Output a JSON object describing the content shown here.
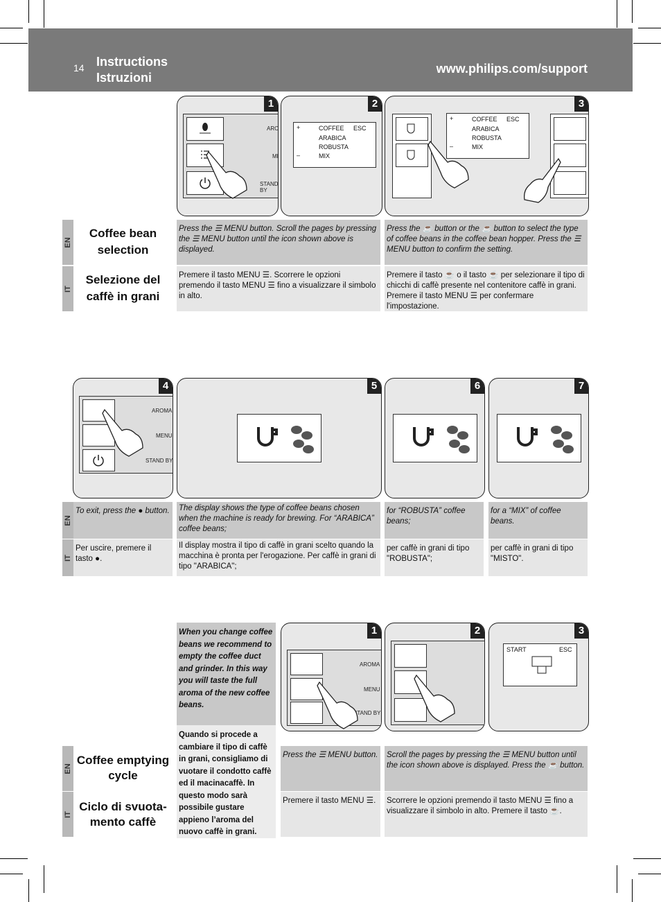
{
  "header": {
    "page_number": "14",
    "title_line1": "Instructions",
    "title_line2": "Istruzioni",
    "url": "www.philips.com/support"
  },
  "lang": {
    "en": "EN",
    "it": "IT"
  },
  "section1": {
    "title_en": "Coffee bean selection",
    "title_it": "Selezione del caffè in grani",
    "steps": [
      "1",
      "2",
      "3"
    ],
    "lcd": {
      "line1": "COFFEE",
      "esc": "ESC",
      "items": [
        "ARABICA",
        "ROBUSTA",
        "MIX"
      ]
    },
    "buttons": {
      "aroma": "AROMA",
      "menu": "MENU",
      "standby": "STAND BY"
    },
    "en_col1": "Press the ☰ MENU button. Scroll the pages by pressing the ☰ MENU button until the icon shown above is displayed.",
    "en_col2": "Press the ☕ button or the ☕ button to select the type of coffee beans in the coffee bean hopper. Press the ☰ MENU button to confirm the setting.",
    "it_col1": "Premere il tasto MENU ☰. Scorrere le opzioni premendo il tasto MENU ☰ fino a visualizzare il simbolo in alto.",
    "it_col2": "Premere il tasto ☕ o il tasto ☕ per selezionare il tipo di chicchi di caffè presente nel contenitore caffè in grani. Premere il tasto MENU ☰ per confermare l'impostazione."
  },
  "section2": {
    "steps": [
      "4",
      "5",
      "6",
      "7"
    ],
    "buttons": {
      "aroma": "AROMA",
      "menu": "MENU",
      "standby": "STAND BY"
    },
    "en": [
      "To exit, press the ● button.",
      "The display shows the type of coffee beans chosen when the machine is ready for brewing. For “ARABICA” coffee beans;",
      "for “ROBUSTA” coffee beans;",
      "for a “MIX” of coffee beans."
    ],
    "it": [
      "Per uscire, premere il tasto ●.",
      "Il display mostra il tipo di caffè in grani scelto quando la macchina è pronta per l'erogazione. Per caffè in grani di tipo \"ARABICA\";",
      "per caffè in grani di tipo \"ROBUSTA\";",
      "per caffè in grani di tipo \"MISTO\"."
    ]
  },
  "section3": {
    "title_en": "Coffee emptying cycle",
    "title_it": "Ciclo di svuota-mento caffè",
    "steps": [
      "1",
      "2",
      "3"
    ],
    "note_en": "When you change coffee beans we recommend to empty the coffee duct and grinder. In this way you will taste the full aroma of the new coffee beans.",
    "note_it": "Quando si procede a cambiare il tipo di caffè in grani, consigliamo di vuotare il condotto caffè ed il macinacaffè. In questo modo sarà possibile gustare appieno l’aroma del nuovo caffè in grani.",
    "lcd": {
      "start": "START",
      "esc": "ESC"
    },
    "buttons": {
      "aroma": "AROMA",
      "menu": "MENU",
      "standby": "STAND BY"
    },
    "en_col1": "Press the ☰ MENU button.",
    "en_col2": "Scroll the pages by pressing the ☰ MENU button until the icon shown above is displayed. Press the ☕ button.",
    "it_col1": "Premere il tasto MENU ☰.",
    "it_col2": "Scorrere le opzioni premendo il tasto MENU ☰ fino a visualizzare il simbolo in alto. Premere il tasto ☕."
  }
}
